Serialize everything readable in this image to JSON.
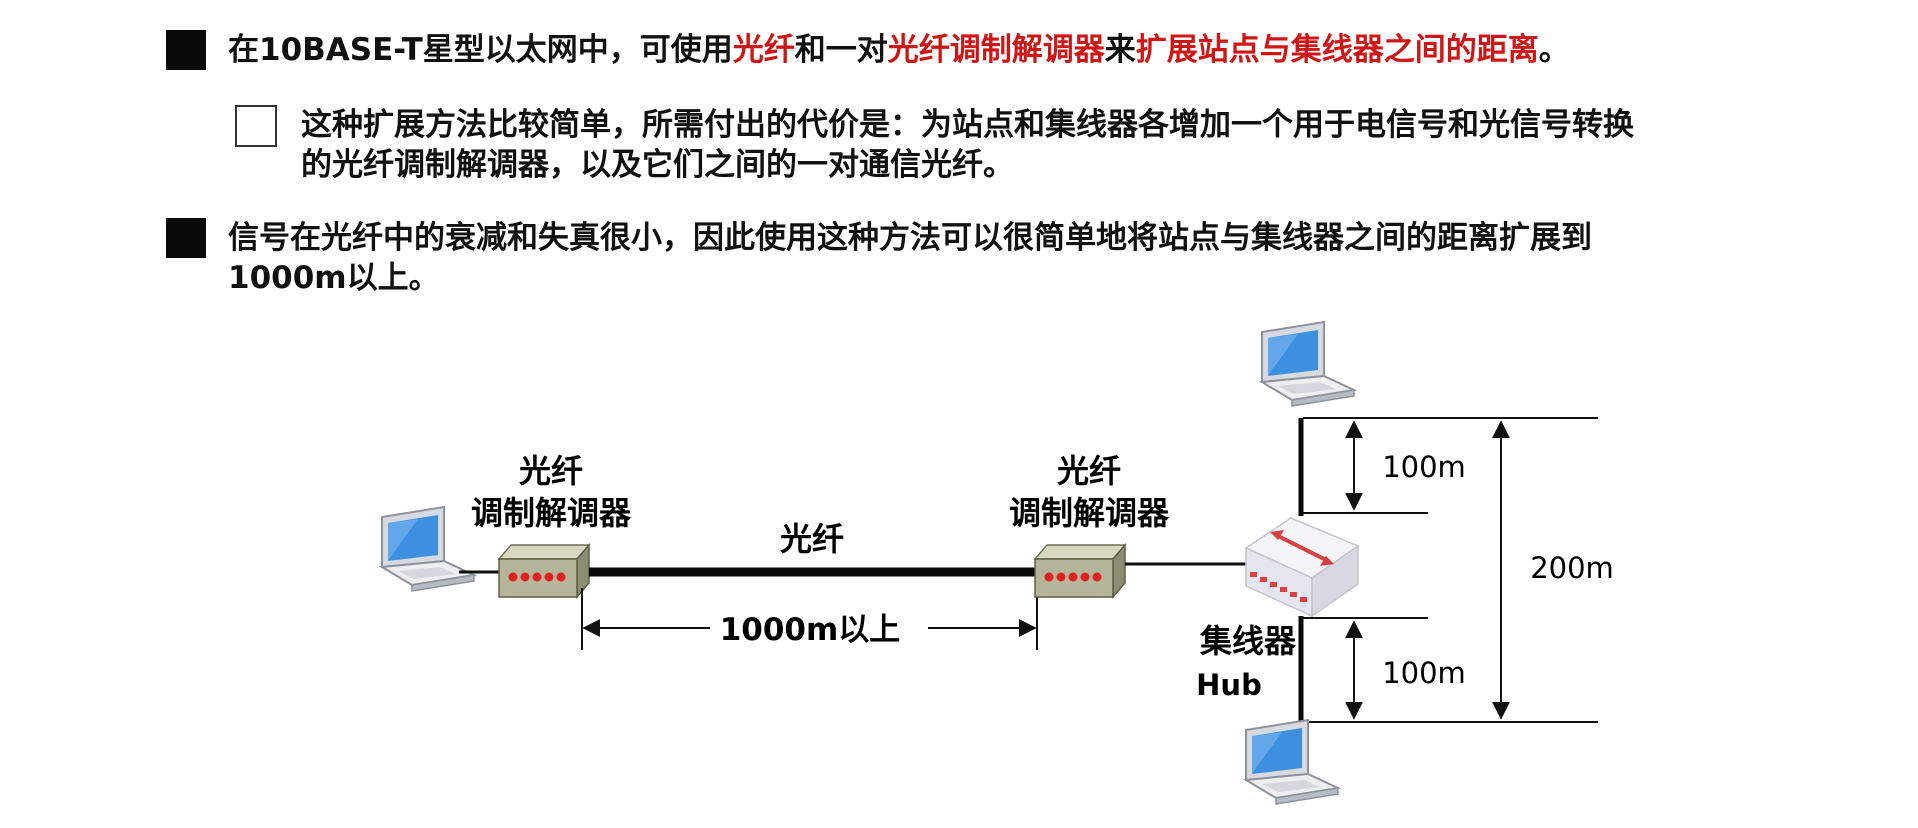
{
  "bullets": {
    "b1": {
      "p1": "在10BASE-T星型以太网中，可使用",
      "r1": "光纤",
      "p2": "和一对",
      "r2": "光纤调制解调器",
      "p3": "来",
      "r3": "扩展站点与集线器之间的距离",
      "p4": "。"
    },
    "b2": {
      "line1": "这种扩展方法比较简单，所需付出的代价是：为站点和集线器各增加一个用于电信号和光信号转换",
      "line2": "的光纤调制解调器，以及它们之间的一对通信光纤。"
    },
    "b3": {
      "line1": "信号在光纤中的衰减和失真很小，因此使用这种方法可以很简单地将站点与集线器之间的距离扩展到",
      "line2": "1000m以上。"
    }
  },
  "diagram": {
    "modem_left_label1": "光纤",
    "modem_left_label2": "调制解调器",
    "modem_right_label1": "光纤",
    "modem_right_label2": "调制解调器",
    "fiber_label": "光纤",
    "distance_label": "1000m以上",
    "hub_label_cn": "集线器",
    "hub_label_en": "Hub",
    "upper_length": "100m",
    "lower_length": "100m",
    "total_length": "200m"
  },
  "colors": {
    "highlight_red": "#d01515",
    "modem_body": "#b5b59a",
    "modem_leds": "#e02020",
    "hub_arrow": "#d64040",
    "laptop_screen": "#3d8fe0"
  }
}
